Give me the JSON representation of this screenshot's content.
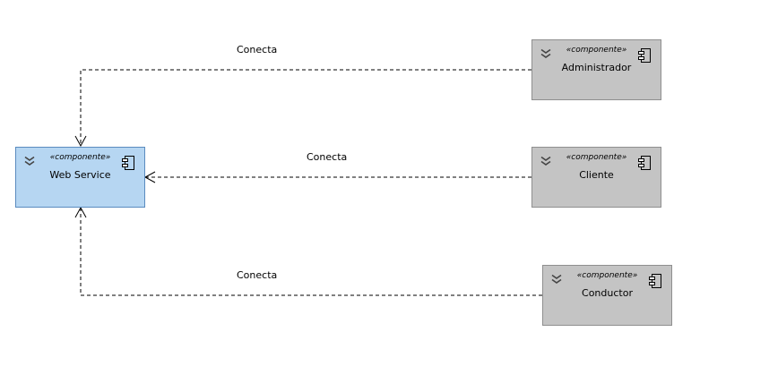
{
  "diagram": {
    "components": [
      {
        "id": "web-service",
        "stereotype": "«componente»",
        "name": "Web Service",
        "selected": true
      },
      {
        "id": "administrador",
        "stereotype": "«componente»",
        "name": "Administrador",
        "selected": false
      },
      {
        "id": "cliente",
        "stereotype": "«componente»",
        "name": "Cliente",
        "selected": false
      },
      {
        "id": "conductor",
        "stereotype": "«componente»",
        "name": "Conductor",
        "selected": false
      }
    ],
    "connectors": [
      {
        "from": "administrador",
        "to": "web-service",
        "label": "Conecta",
        "style": "dashed"
      },
      {
        "from": "cliente",
        "to": "web-service",
        "label": "Conecta",
        "style": "dashed"
      },
      {
        "from": "conductor",
        "to": "web-service",
        "label": "Conecta",
        "style": "dashed"
      }
    ],
    "colors": {
      "selected_fill": "#b6d6f2",
      "component_fill": "#c4c4c4",
      "line": "#000000"
    },
    "icons": [
      "collapse-chevron-icon",
      "uml-component-icon"
    ]
  }
}
